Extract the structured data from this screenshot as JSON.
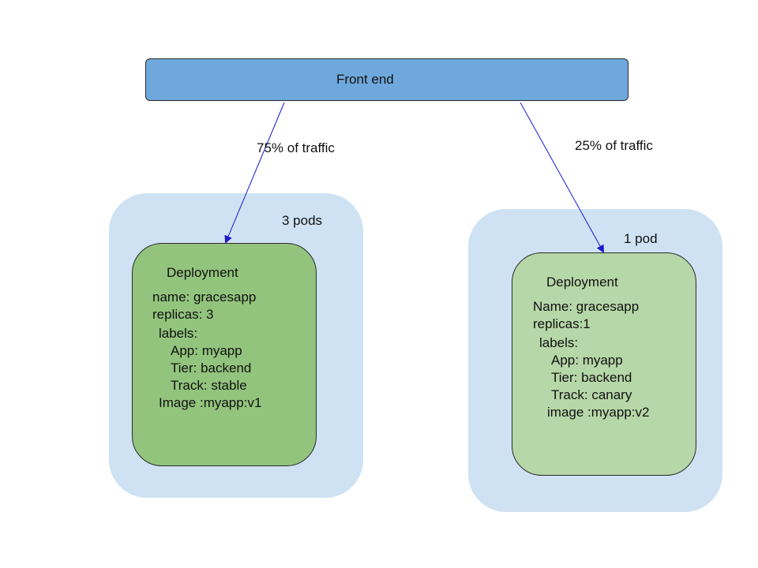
{
  "frontend": {
    "label": "Front end"
  },
  "edges": [
    {
      "label": "75% of traffic",
      "color": "#1a1acc"
    },
    {
      "label": "25% of traffic",
      "color": "#1a1acc"
    }
  ],
  "stable": {
    "pod_count": "3 pods",
    "title": "Deployment",
    "name": "name: gracesapp",
    "replicas": "replicas: 3",
    "labels": "labels:",
    "app": "App: myapp",
    "tier": "Tier: backend",
    "track": "Track: stable",
    "image": "Image :myapp:v1"
  },
  "canary": {
    "pod_count": "1 pod",
    "title": "Deployment",
    "name": "Name: gracesapp",
    "replicas": "replicas:1",
    "labels": "labels:",
    "app": "App: myapp",
    "tier": "Tier: backend",
    "track": "Track: canary",
    "image": "image :myapp:v2"
  },
  "colors": {
    "frontend_fill": "#6fa8dc",
    "pod_group_fill": "#cfe2f3",
    "stable_fill": "#93c47d",
    "canary_fill": "#b6d7a8",
    "arrow": "#1a1acc"
  }
}
